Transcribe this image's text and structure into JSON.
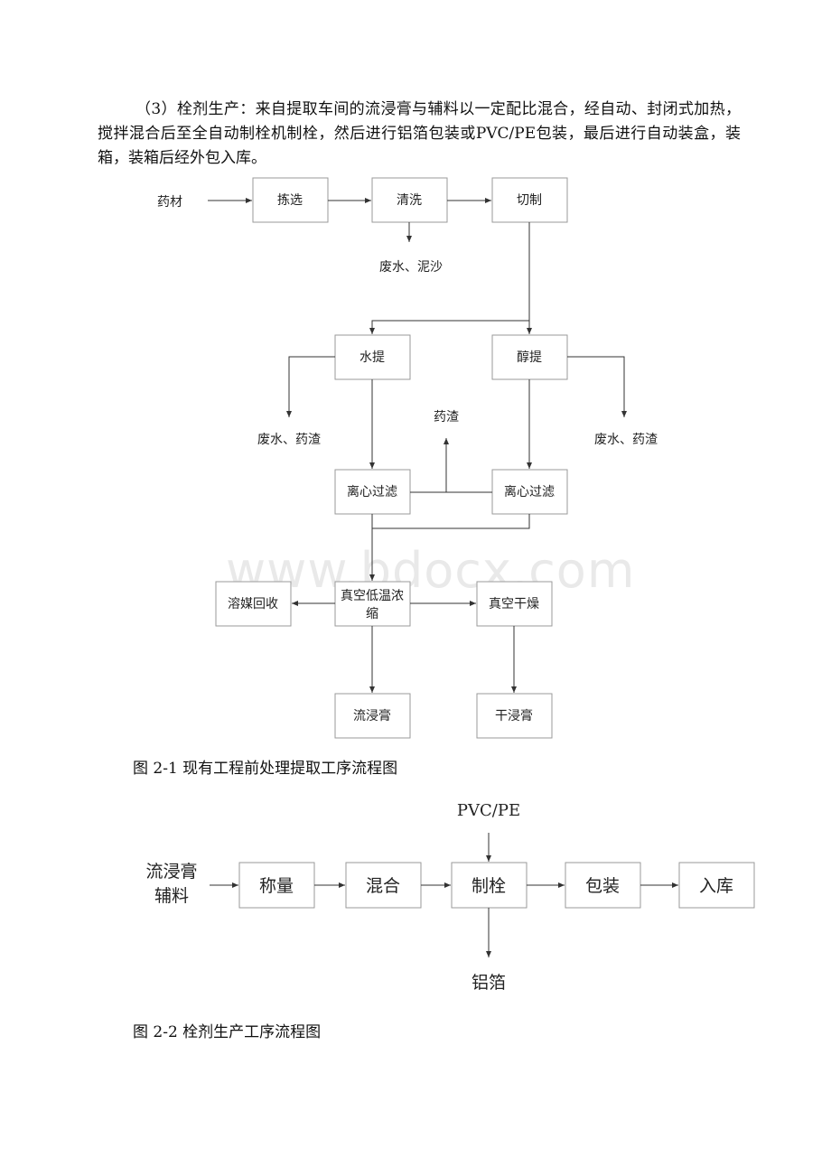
{
  "paragraph": "（3）栓剂生产：来自提取车间的流浸膏与辅料以一定配比混合，经自动、封闭式加热，搅拌混合后至全自动制栓机制栓，然后进行铝箔包装或PVC/PE包装，最后进行自动装盒，装箱，装箱后经外包入库。",
  "watermark": "www.bdocx.com",
  "fig1": {
    "caption": "图 2-1 现有工程前处理提取工序流程图",
    "input": "药材",
    "pick": "拣选",
    "wash": "清洗",
    "cut": "切制",
    "wash_out": "废水、泥沙",
    "water_extract": "水提",
    "alcohol_extract": "醇提",
    "waste_left": "废水、药渣",
    "waste_right": "废水、药渣",
    "residue": "药渣",
    "centrifuge_left": "离心过滤",
    "centrifuge_right": "离心过滤",
    "solvent_recovery": "溶媒回收",
    "vacuum_concentrate_1": "真空低温浓",
    "vacuum_concentrate_2": "缩",
    "vacuum_dry": "真空干燥",
    "fluid_extract": "流浸膏",
    "dry_extract": "干浸膏"
  },
  "fig2": {
    "caption": "图 2-2 栓剂生产工序流程图",
    "input_1": "流浸膏",
    "input_2": "辅料",
    "pvc": "PVC/PE",
    "weigh": "称量",
    "mix": "混合",
    "make": "制栓",
    "pack": "包装",
    "store": "入库",
    "foil": "铝箔"
  }
}
